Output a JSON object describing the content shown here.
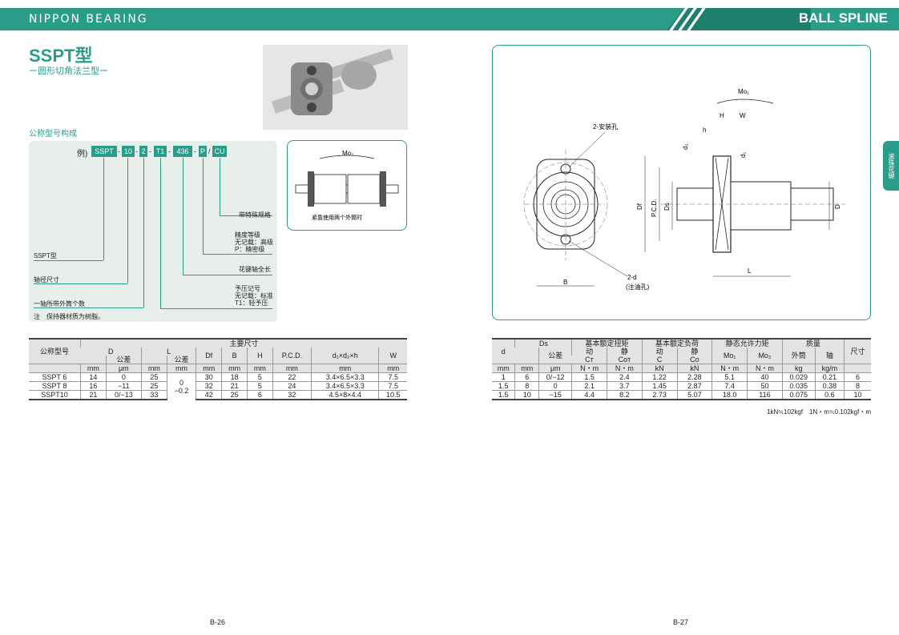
{
  "header": {
    "brand": "NIPPON BEARING",
    "section": "BALL SPLINE"
  },
  "left": {
    "title": "SSPT型",
    "subtitle": "ー圆形切角法兰型ー",
    "code_section_title": "公称型号构成",
    "code_example_label": "例)",
    "code_parts": [
      "SSPT",
      "10",
      "2",
      "T1",
      "436",
      "P",
      "CU"
    ],
    "labels": {
      "special": "带特殊规格",
      "precision": "精度等级",
      "precision_1": "无记载：高级",
      "precision_2": "P：精密级",
      "length": "花键轴全长",
      "preload": "予压记号",
      "preload_1": "无记载：标准",
      "preload_2": "T1：轻予压",
      "model": "SSPT型",
      "shaft": "轴径尺寸",
      "nuts": "一轴所带外筒个数"
    },
    "note": "注　保持器材质为树脂。",
    "drawing_label": "Mo₂",
    "drawing_caption": "紧靠使用两个外筒时",
    "page": "B-26",
    "table": {
      "group_header": "主要尺寸",
      "headers": [
        "公称型号",
        "D",
        "公差",
        "L",
        "公差",
        "Df",
        "B",
        "H",
        "P.C.D.",
        "d₁×d₂×h",
        "W"
      ],
      "units": [
        "mm",
        "μm",
        "mm",
        "mm",
        "mm",
        "mm",
        "mm",
        "mm",
        "mm",
        "mm"
      ],
      "rows": [
        [
          "SSPT 6",
          "14",
          "0",
          "25",
          "30",
          "18",
          "5",
          "22",
          "3.4×6.5×3.3",
          "7.5"
        ],
        [
          "SSPT 8",
          "16",
          "−11",
          "25",
          "32",
          "21",
          "5",
          "24",
          "3.4×6.5×3.3",
          "7.5"
        ],
        [
          "SSPT10",
          "21",
          "0/−13",
          "33",
          "42",
          "25",
          "6",
          "32",
          "4.5×8×4.4",
          "10.5"
        ]
      ],
      "l_tol_top": "0",
      "l_tol_bottom": "−0.2"
    }
  },
  "right": {
    "drawing": {
      "mo1": "Mo₁",
      "h": "h",
      "H": "H",
      "W": "W",
      "hole2": "2-安装孔",
      "d1": "d₁",
      "d2": "d₂",
      "Df": "Df",
      "pcd": "P.C.D.",
      "Ds": "Ds",
      "D": "D",
      "B": "B",
      "L": "L",
      "d2hole": "2-d",
      "oilhole": "(注油孔)"
    },
    "side_tab": "滚珠花键",
    "page": "B-27",
    "table": {
      "headers_top": [
        "d",
        "Ds",
        "基本额定扭矩",
        "基本额定负荷",
        "静态允许力矩",
        "质量",
        "尺寸"
      ],
      "headers_sub": [
        "公差",
        "动",
        "静",
        "动",
        "静",
        "Mo₁",
        "Mo₂",
        "外筒",
        "轴"
      ],
      "headers_sym": [
        "Cт",
        "Coт",
        "C",
        "Co"
      ],
      "units": [
        "mm",
        "mm",
        "μm",
        "N・m",
        "N・m",
        "kN",
        "kN",
        "N・m",
        "N・m",
        "kg",
        "kg/m"
      ],
      "rows": [
        [
          "1",
          "6",
          "0/−12",
          "1.5",
          "2.4",
          "1.22",
          "2.28",
          "5.1",
          "40",
          "0.029",
          "0.21",
          "6"
        ],
        [
          "1.5",
          "8",
          "0",
          "2.1",
          "3.7",
          "1.45",
          "2.87",
          "7.4",
          "50",
          "0.035",
          "0.38",
          "8"
        ],
        [
          "1.5",
          "10",
          "−15",
          "4.4",
          "8.2",
          "2.73",
          "5.07",
          "18.0",
          "116",
          "0.075",
          "0.6",
          "10"
        ]
      ],
      "footnote": "1kN≒102kgf　1N・m≒0.102kgf・m"
    }
  },
  "colors": {
    "accent": "#2a9d8a"
  }
}
